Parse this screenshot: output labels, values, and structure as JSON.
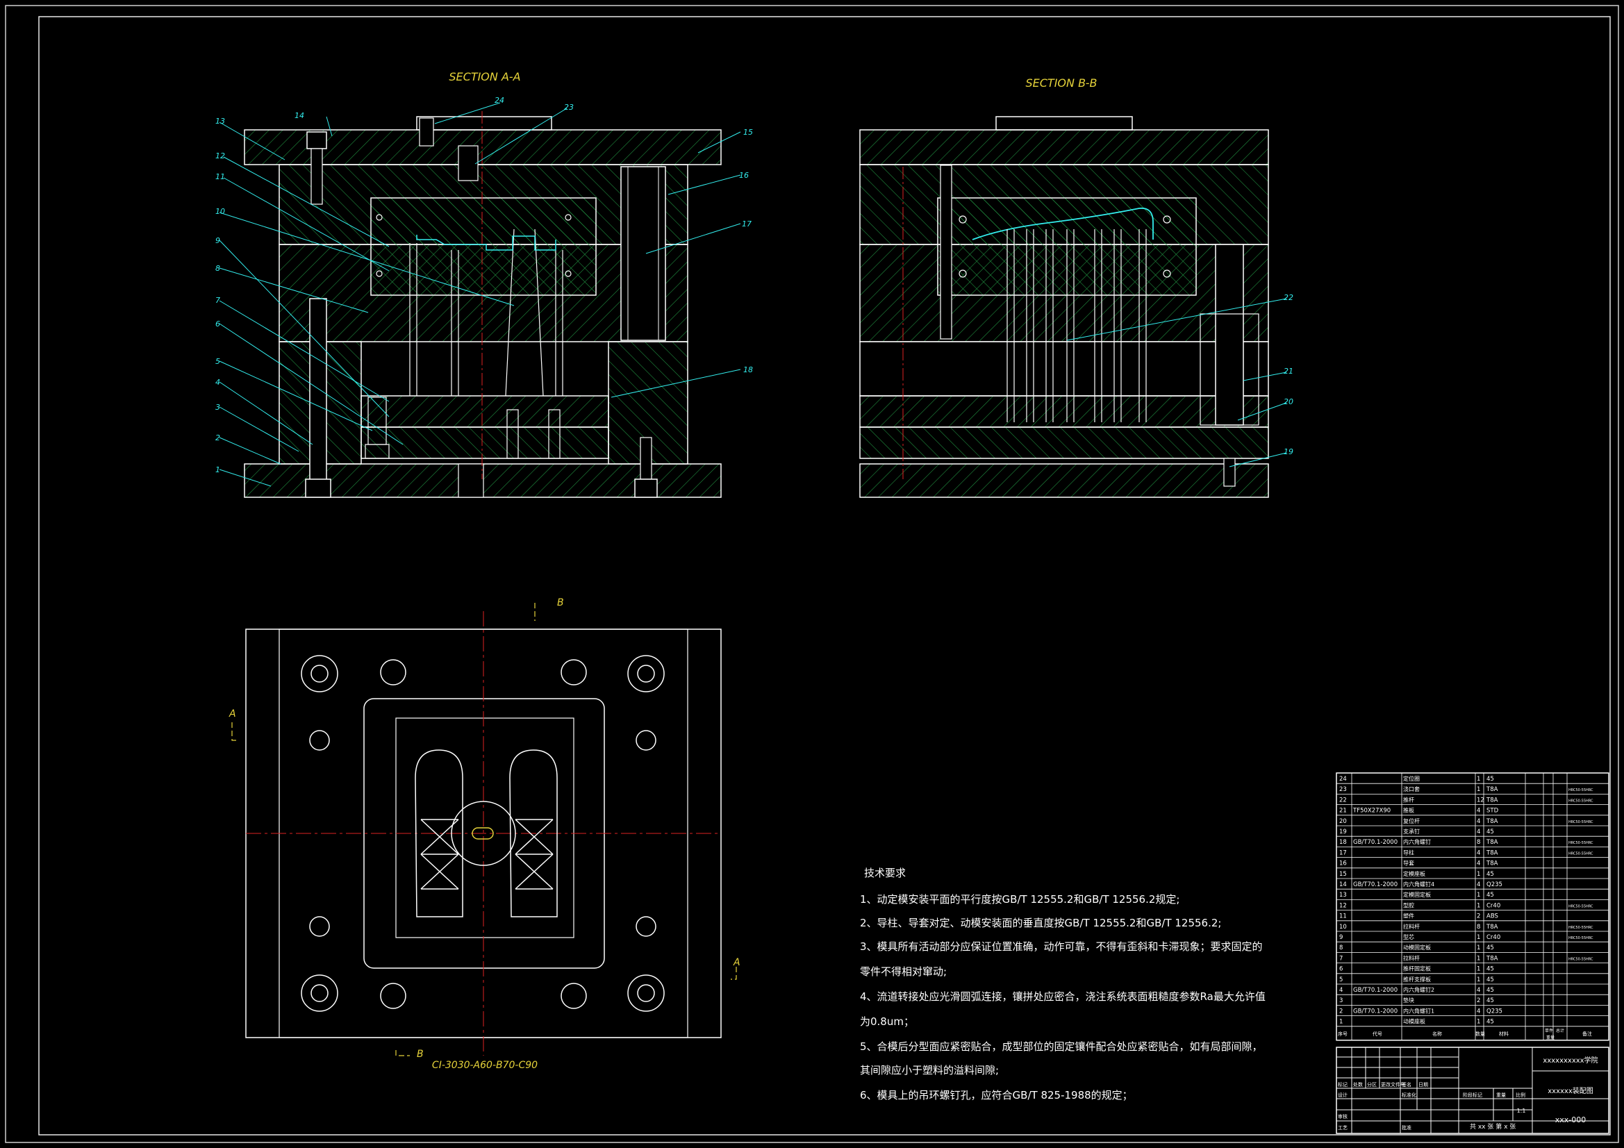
{
  "section_a_title": "SECTION A-A",
  "section_b_title": "SECTION B-B",
  "balloons_a": [
    "14",
    "24",
    "23",
    "13",
    "12",
    "11",
    "10",
    "9",
    "8",
    "7",
    "6",
    "5",
    "4",
    "3",
    "2",
    "1",
    "15",
    "16",
    "17",
    "18"
  ],
  "balloons_b": [
    "22",
    "21",
    "20",
    "19"
  ],
  "plan_markers": {
    "a_left": "A",
    "a_right": "A",
    "b_top": "B",
    "b_bottom": "B"
  },
  "plan_caption": "CI-3030-A60-B70-C90",
  "tech_requirements": {
    "title": "技术要求",
    "lines": [
      "1、动定模安装平面的平行度按GB/T 12555.2和GB/T 12556.2规定;",
      "2、导柱、导套对定、动模安装面的垂直度按GB/T 12555.2和GB/T 12556.2;",
      "3、模具所有活动部分应保证位置准确，动作可靠，不得有歪斜和卡滞现象；要求固定的",
      "   零件不得相对窜动;",
      "4、流道转接处应光滑圆弧连接，镶拼处应密合，浇注系统表面粗糙度参数Ra最大允许值",
      "   为0.8um；",
      "5、合模后分型面应紧密贴合，成型部位的固定镶件配合处应紧密贴合，如有局部间隙，",
      "   其间隙应小于塑料的溢料间隙;",
      "6、模具上的吊环螺钉孔，应符合GB/T 825-1988的规定；"
    ]
  },
  "bom": [
    {
      "no": "24",
      "code": "",
      "name": "定位圈",
      "qty": "1",
      "mat": "45",
      "note": ""
    },
    {
      "no": "23",
      "code": "",
      "name": "浇口套",
      "qty": "1",
      "mat": "T8A",
      "note": "HRC50-55HRC"
    },
    {
      "no": "22",
      "code": "",
      "name": "推杆",
      "qty": "12",
      "mat": "T8A",
      "note": "HRC50-55HRC"
    },
    {
      "no": "21",
      "code": "TF50X27X90",
      "name": "推板",
      "qty": "4",
      "mat": "STD",
      "note": ""
    },
    {
      "no": "20",
      "code": "",
      "name": "复位杆",
      "qty": "4",
      "mat": "T8A",
      "note": "HRC50-55HRC"
    },
    {
      "no": "19",
      "code": "",
      "name": "支承钉",
      "qty": "4",
      "mat": "45",
      "note": ""
    },
    {
      "no": "18",
      "code": "GB/T70.1-2000",
      "name": "内六角螺钉",
      "qty": "8",
      "mat": "T8A",
      "note": "HRC50-55HRC"
    },
    {
      "no": "17",
      "code": "",
      "name": "导柱",
      "qty": "4",
      "mat": "T8A",
      "note": "HRC50-55HRC"
    },
    {
      "no": "16",
      "code": "",
      "name": "导套",
      "qty": "4",
      "mat": "T8A",
      "note": ""
    },
    {
      "no": "15",
      "code": "",
      "name": "定模座板",
      "qty": "1",
      "mat": "45",
      "note": ""
    },
    {
      "no": "14",
      "code": "GB/T70.1-2000",
      "name": "内六角螺钉4",
      "qty": "4",
      "mat": "Q235",
      "note": ""
    },
    {
      "no": "13",
      "code": "",
      "name": "定模固定板",
      "qty": "1",
      "mat": "45",
      "note": ""
    },
    {
      "no": "12",
      "code": "",
      "name": "型腔",
      "qty": "1",
      "mat": "Cr40",
      "note": "HRC50-55HRC"
    },
    {
      "no": "11",
      "code": "",
      "name": "塑件",
      "qty": "2",
      "mat": "ABS",
      "note": ""
    },
    {
      "no": "10",
      "code": "",
      "name": "拉料杆",
      "qty": "8",
      "mat": "T8A",
      "note": "HRC50-55HRC"
    },
    {
      "no": "9",
      "code": "",
      "name": "型芯",
      "qty": "1",
      "mat": "Cr40",
      "note": "HRC50-55HRC"
    },
    {
      "no": "8",
      "code": "",
      "name": "动模固定板",
      "qty": "1",
      "mat": "45",
      "note": ""
    },
    {
      "no": "7",
      "code": "",
      "name": "拉料杆",
      "qty": "1",
      "mat": "T8A",
      "note": "HRC50-55HRC"
    },
    {
      "no": "6",
      "code": "",
      "name": "推杆固定板",
      "qty": "1",
      "mat": "45",
      "note": ""
    },
    {
      "no": "5",
      "code": "",
      "name": "推杆支撑板",
      "qty": "1",
      "mat": "45",
      "note": ""
    },
    {
      "no": "4",
      "code": "GB/T70.1-2000",
      "name": "内六角螺钉2",
      "qty": "4",
      "mat": "45",
      "note": ""
    },
    {
      "no": "3",
      "code": "",
      "name": "垫块",
      "qty": "2",
      "mat": "45",
      "note": ""
    },
    {
      "no": "2",
      "code": "GB/T70.1-2000",
      "name": "内六角螺钉1",
      "qty": "4",
      "mat": "Q235",
      "note": ""
    },
    {
      "no": "1",
      "code": "",
      "name": "动模座板",
      "qty": "1",
      "mat": "45",
      "note": ""
    }
  ],
  "bom_header": {
    "no": "序号",
    "code": "代号",
    "name": "名称",
    "qty": "数量",
    "mat": "材料",
    "single": "单件",
    "total": "总计",
    "weight": "重量",
    "note": "备注"
  },
  "title_block": {
    "school": "xxxxxxxxxx学院",
    "drawing_name": "xxxxxx装配图",
    "drawing_no": "xxx-000",
    "scale": "1:1",
    "sheets": "共 xx 张 第 x 张",
    "labels": {
      "biaoji": "标记",
      "chushu": "处数",
      "fenqu": "分区",
      "gengai": "更改文件号",
      "qianming": "签名",
      "riqi": "日期",
      "sheji": "设计",
      "biaozhunhua": "标准化",
      "jieduan": "阶段标记",
      "zhongliang": "重量",
      "bili": "比例",
      "shenhe": "审核",
      "gongyi": "工艺",
      "pizhun": "批准"
    }
  }
}
